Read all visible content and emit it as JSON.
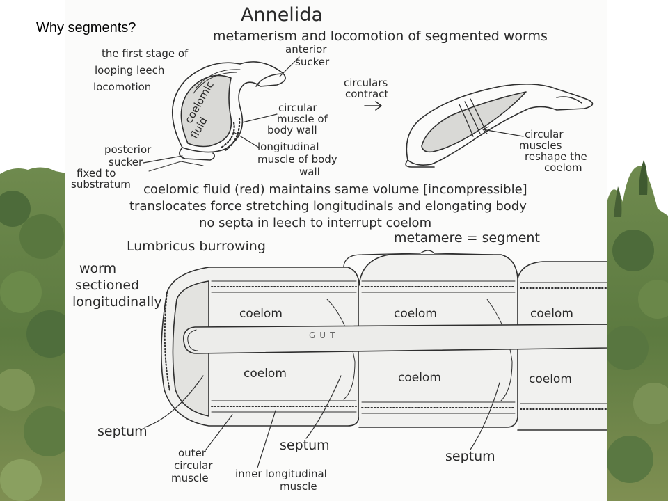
{
  "slide": {
    "title": "Why segments?"
  },
  "diagram": {
    "heading": "Annelida",
    "subheading": "metamerism and locomotion of segmented worms",
    "leech": {
      "stage_label": [
        "the first stage of",
        "looping leech",
        "locomotion"
      ],
      "anterior_sucker": [
        "anterior",
        "sucker"
      ],
      "coelomic_fluid": [
        "coelomic",
        "fluid"
      ],
      "circular_muscle": [
        "circular",
        "muscle of",
        "body wall"
      ],
      "longitudinal_muscle": [
        "longitudinal",
        "muscle of body",
        "wall"
      ],
      "posterior_sucker": [
        "posterior",
        "sucker"
      ],
      "fixed": [
        "fixed to",
        "substratum"
      ],
      "circulars_contract": [
        "circulars",
        "contract"
      ],
      "circular_muscles_reshape": [
        "circular",
        "muscles",
        "reshape the",
        "coelom"
      ]
    },
    "notes": [
      "coelomic fluid (red) maintains same volume [incompressible]",
      "translocates force stretching longitudinals and elongating body",
      "no septa in leech to interrupt coelom"
    ],
    "worm": {
      "lumbricus": "Lumbricus burrowing",
      "metamere": "metamere = segment",
      "sectioned": [
        "worm",
        "sectioned",
        "longitudinally"
      ],
      "coelom_word": "coelom",
      "gut": "GUT",
      "septum": "septum",
      "outer_circular": [
        "outer",
        "circular",
        "muscle"
      ],
      "inner_longitudinal": [
        "inner longitudinal",
        "muscle"
      ]
    }
  },
  "colors": {
    "paper": "#fbfbfa",
    "ink": "#2a2a2a",
    "forest_dark": "#4d6b3a",
    "forest_light": "#8aa060",
    "sky": "#ffffff"
  }
}
